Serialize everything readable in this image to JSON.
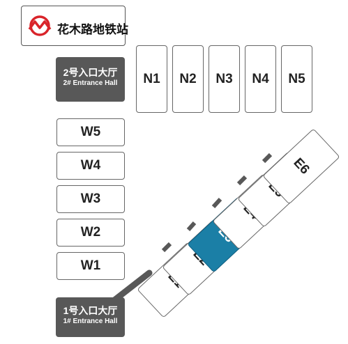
{
  "station": {
    "name": "花木路地铁站",
    "logo_icon": "shanghai-metro-logo-icon",
    "logo_color": "#d9242a"
  },
  "entrance_hall_2": {
    "cn": "2号入口大厅",
    "en": "2# Entrance Hall"
  },
  "entrance_hall_1": {
    "cn": "1号入口大厅",
    "en": "1# Entrance Hall"
  },
  "north_halls": [
    "N1",
    "N2",
    "N3",
    "N4",
    "N5"
  ],
  "west_halls": [
    "W5",
    "W4",
    "W3",
    "W2",
    "W1"
  ],
  "east_halls": [
    "E1",
    "E2",
    "E3",
    "E4",
    "E5",
    "E6"
  ],
  "highlighted_hall": "E3",
  "colors": {
    "highlight": "#1b7fa6",
    "hall_box": "#585858",
    "corridor": "#585858"
  }
}
